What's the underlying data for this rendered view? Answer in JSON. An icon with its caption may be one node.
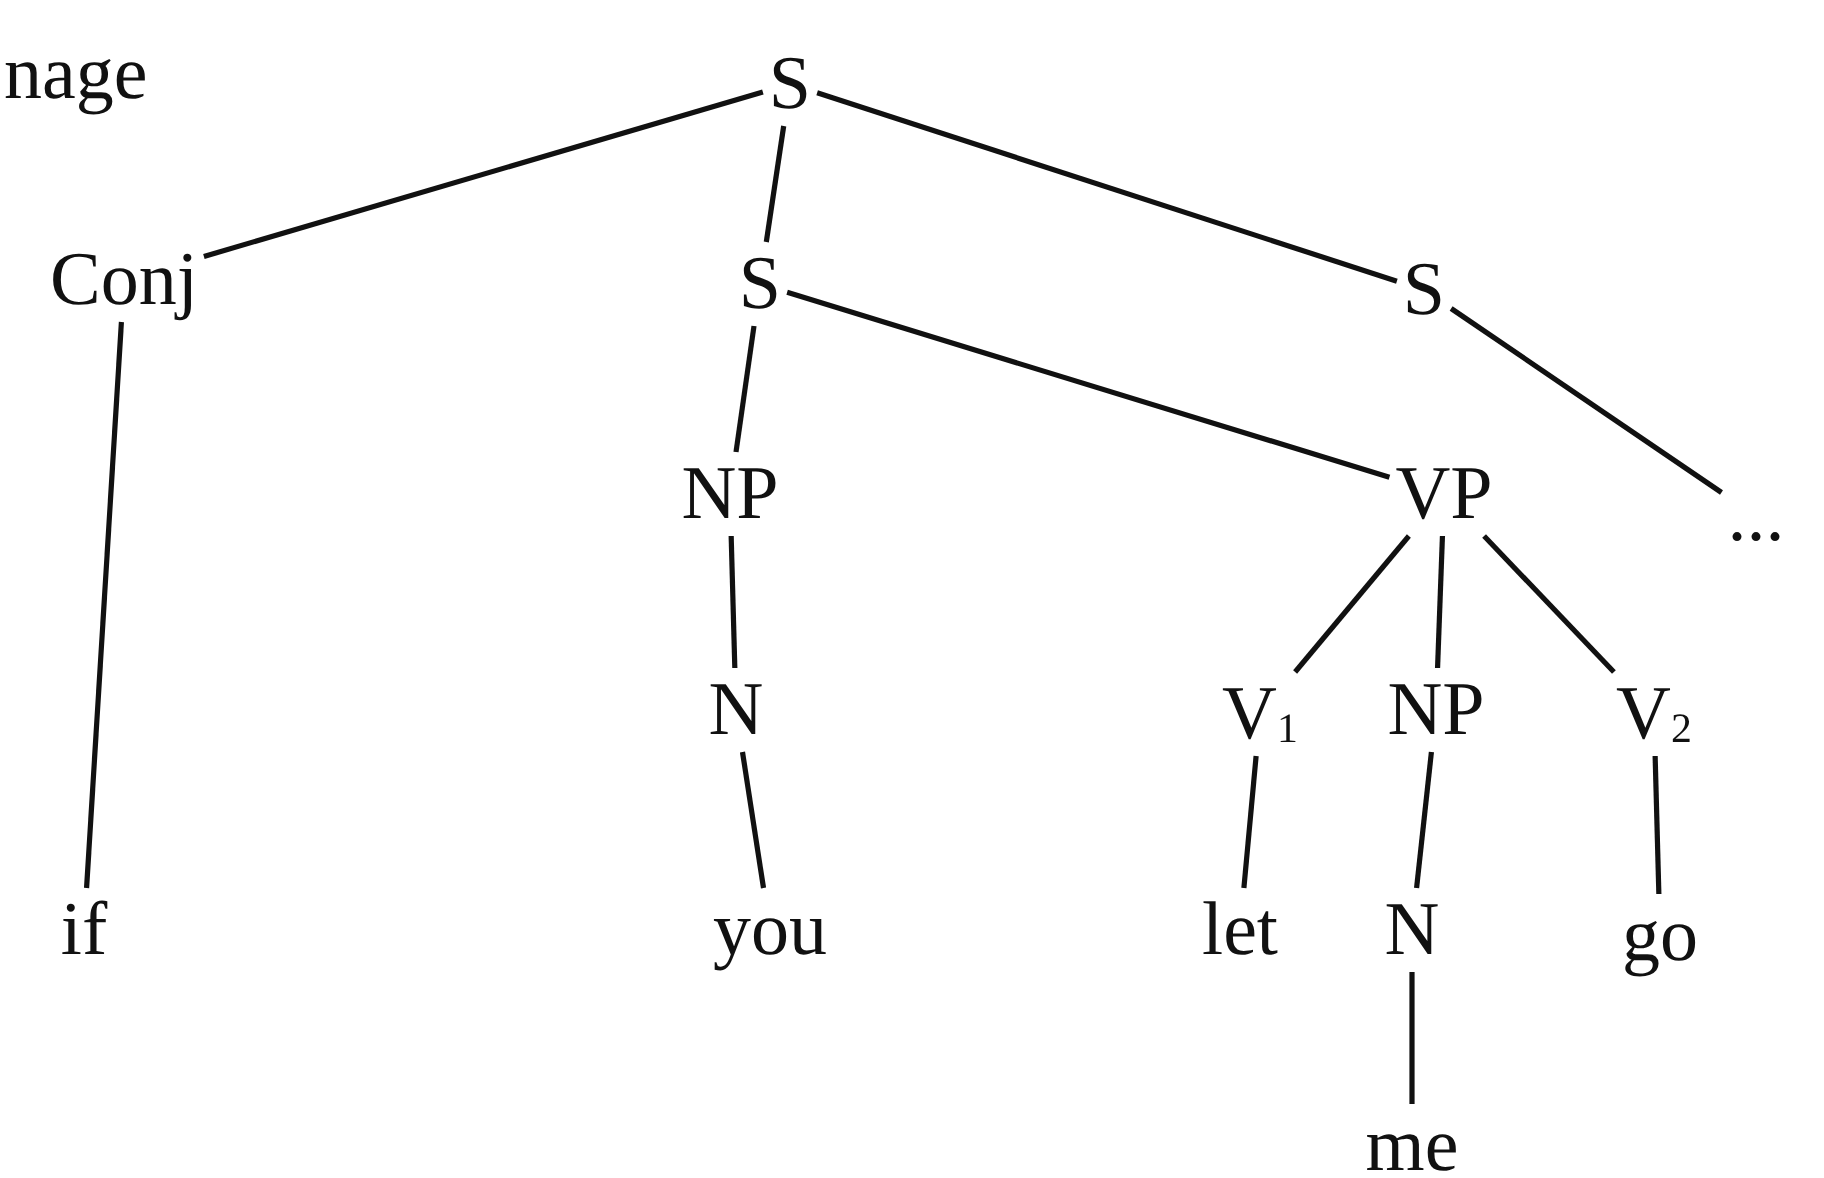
{
  "diagram": {
    "nodes": [
      {
        "text": [
          "S"
        ]
      },
      {
        "text": [
          "Conj"
        ]
      },
      {
        "text": [
          "S"
        ]
      },
      {
        "text": [
          "S"
        ]
      },
      {
        "text": [
          "NP"
        ]
      },
      {
        "text": [
          "VP"
        ]
      },
      {
        "text": [
          "..."
        ]
      },
      {
        "text": [
          "if"
        ]
      },
      {
        "text": [
          "N"
        ]
      },
      {
        "text": [
          "you"
        ]
      },
      {
        "text": [
          "V$_{1}$"
        ]
      },
      {
        "text": [
          "NP"
        ]
      },
      {
        "text": [
          "V$_{2}$"
        ]
      },
      {
        "text": [
          "let"
        ]
      },
      {
        "text": [
          "N"
        ]
      },
      {
        "text": [
          "go"
        ]
      },
      {
        "text": [
          "me"
        ]
      }
    ],
    "edges": [
      {
        "from": 0,
        "to": 1,
        "arrow": "none"
      },
      {
        "from": 0,
        "to": 2,
        "arrow": "none"
      },
      {
        "from": 0,
        "to": 3,
        "arrow": "none"
      },
      {
        "from": 2,
        "to": 4,
        "arrow": "none"
      },
      {
        "from": 2,
        "to": 5,
        "arrow": "none"
      },
      {
        "from": 3,
        "to": 6,
        "arrow": "none"
      },
      {
        "from": 1,
        "to": 7,
        "arrow": "none"
      },
      {
        "from": 4,
        "to": 8,
        "arrow": "none"
      },
      {
        "from": 8,
        "to": 9,
        "arrow": "none"
      },
      {
        "from": 5,
        "to": 10,
        "arrow": "none"
      },
      {
        "from": 5,
        "to": 11,
        "arrow": "none"
      },
      {
        "from": 5,
        "to": 12,
        "arrow": "none"
      },
      {
        "from": 10,
        "to": 13,
        "arrow": "none"
      },
      {
        "from": 11,
        "to": 14,
        "arrow": "none"
      },
      {
        "from": 12,
        "to": 15,
        "arrow": "none"
      },
      {
        "from": 14,
        "to": 16,
        "arrow": "none"
      }
    ],
    "labels": [
      "nage"
    ]
  }
}
